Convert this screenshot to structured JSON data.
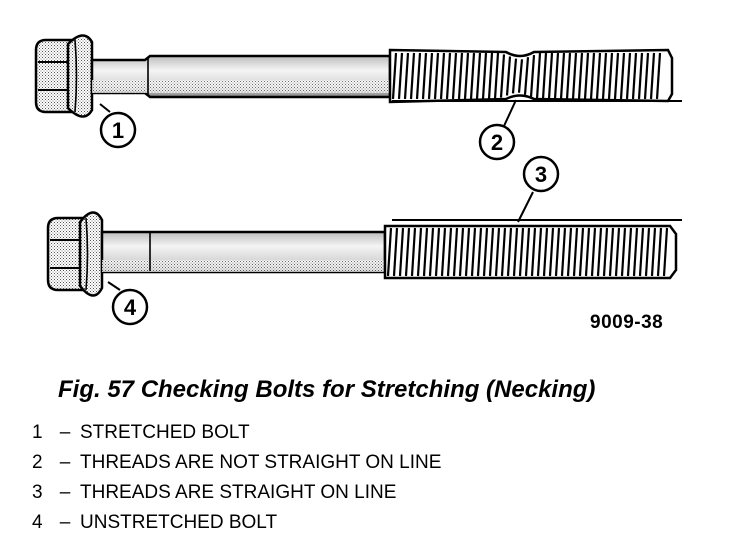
{
  "figure": {
    "id": "9009-38",
    "caption": "Fig. 57 Checking Bolts for Stretching (Necking)"
  },
  "callouts": [
    {
      "number": "1"
    },
    {
      "number": "2"
    },
    {
      "number": "3"
    },
    {
      "number": "4"
    }
  ],
  "legend": [
    {
      "number": "1",
      "separator": "–",
      "text": "STRETCHED BOLT"
    },
    {
      "number": "2",
      "separator": "–",
      "text": "THREADS ARE NOT STRAIGHT ON LINE"
    },
    {
      "number": "3",
      "separator": "–",
      "text": "THREADS ARE STRAIGHT ON LINE"
    },
    {
      "number": "4",
      "separator": "–",
      "text": "UNSTRETCHED BOLT"
    }
  ]
}
